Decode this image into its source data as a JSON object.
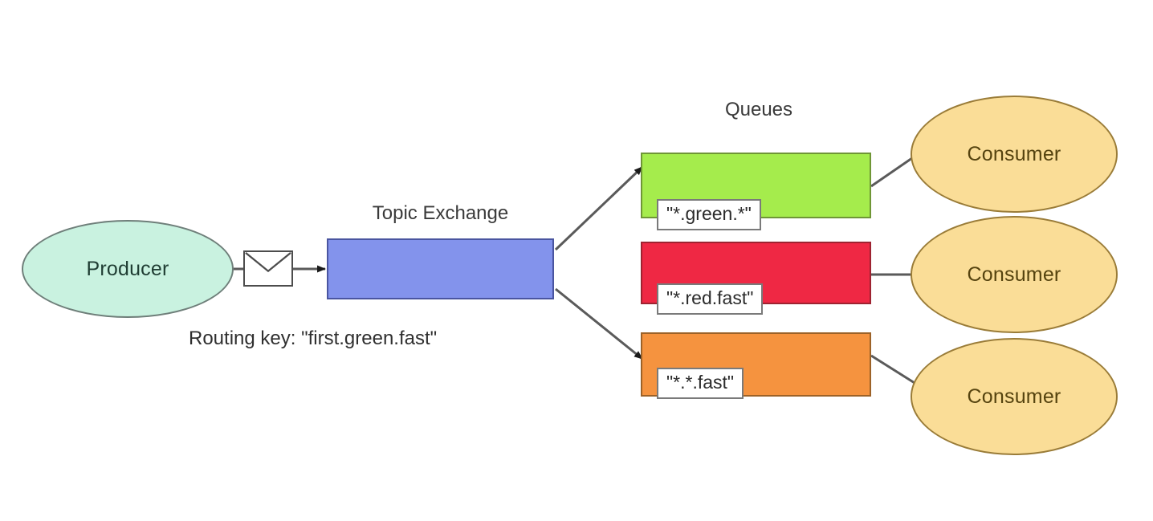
{
  "diagram": {
    "title_producer": "Producer",
    "routing_key_caption": "Routing key: \"first.green.fast\"",
    "exchange": {
      "title": "Topic Exchange",
      "color": "#8393ec"
    },
    "queues_heading": "Queues",
    "queues": [
      {
        "binding": "\"*.green.*\"",
        "color": "#a5ec4c",
        "border": "#6f9636"
      },
      {
        "binding": "\"*.red.fast\"",
        "color": "#ef2844",
        "border": "#9e2331"
      },
      {
        "binding": "\"*.*.fast\"",
        "color": "#f5933f",
        "border": "#9c6228"
      }
    ],
    "consumers": [
      {
        "label": "Consumer"
      },
      {
        "label": "Consumer"
      },
      {
        "label": "Consumer"
      }
    ],
    "icons": {
      "envelope": "envelope-icon"
    },
    "colors": {
      "producer_fill": "#c9f2e0",
      "consumer_fill": "#fadd97",
      "line": "#5a5a5a",
      "background": "#ffffff"
    }
  }
}
